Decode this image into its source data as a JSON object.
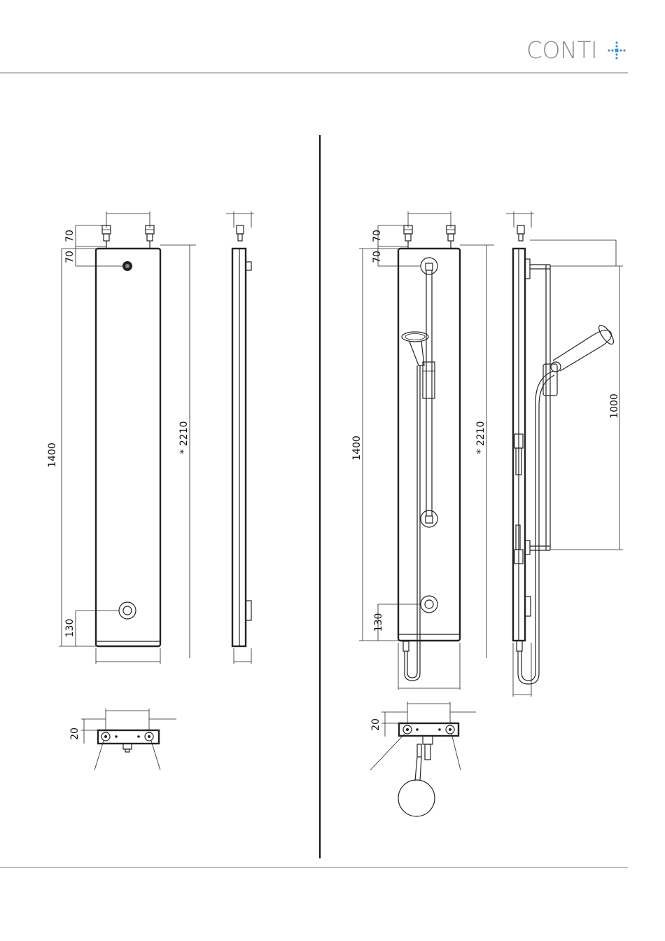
{
  "brand": {
    "name": "CONTI",
    "accent_color": "#3f8fd4",
    "text_color": "#8c8c8c"
  },
  "left_unit": {
    "front_width_dim": "",
    "dim_top_inlet": "70",
    "dim_top_outlet": "70",
    "dim_height": "1400",
    "dim_total": "* 2210",
    "dim_bottom": "130",
    "plan_depth": "20"
  },
  "right_unit": {
    "dim_top_inlet": "70",
    "dim_top_outlet": "70",
    "dim_height": "1400",
    "dim_total": "* 2210",
    "dim_bottom": "130",
    "dim_rail": "1000",
    "plan_depth": "20"
  }
}
